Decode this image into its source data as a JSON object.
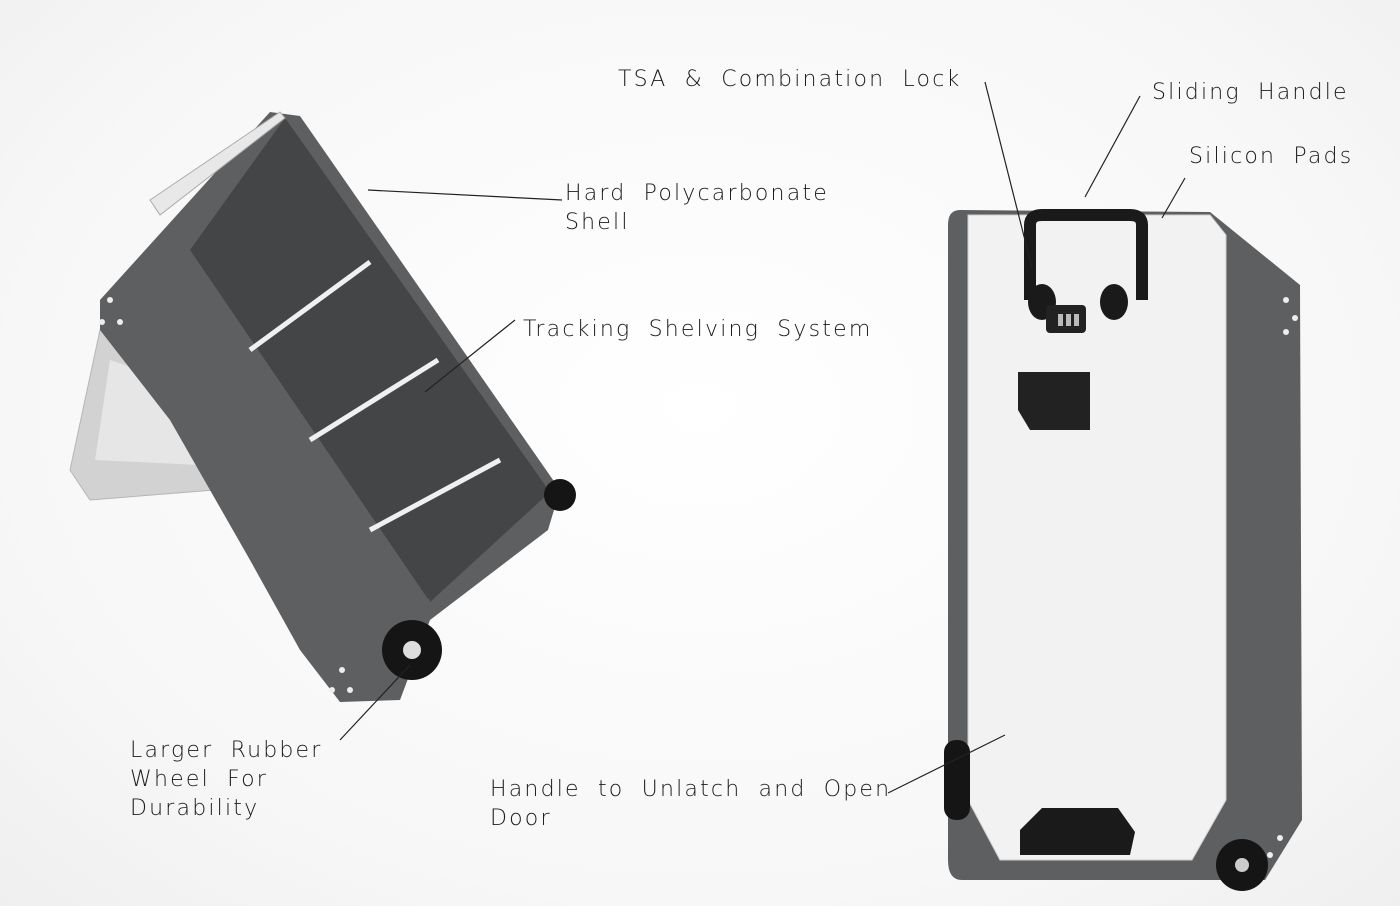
{
  "labels": {
    "tsa_lock": "TSA & Combination Lock",
    "sliding_handle": "Sliding Handle",
    "silicon_pads": "Silicon Pads",
    "shell": [
      "Hard Polycarbonate",
      "Shell"
    ],
    "shelving": "Tracking Shelving System",
    "wheel": [
      "Larger Rubber",
      "Wheel For",
      "Durability"
    ],
    "door_handle": [
      "Handle to Unlatch and Open",
      "Door"
    ]
  },
  "colors": {
    "shell_dark": "#5e5f61",
    "interior": "#444547",
    "front_panel": "#f2f2f2",
    "wheel": "#151515",
    "stand": "#cfcfcf"
  }
}
